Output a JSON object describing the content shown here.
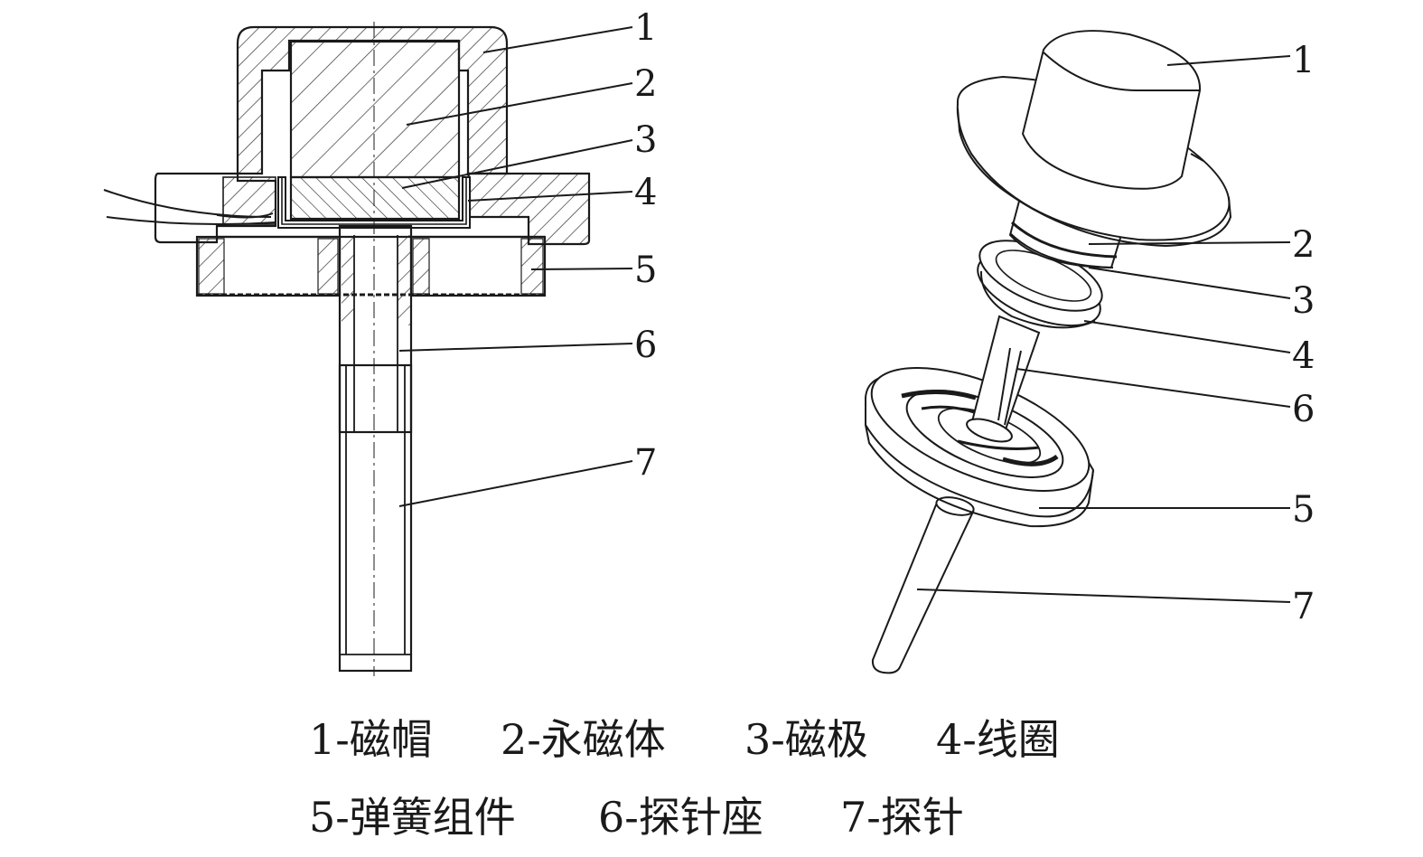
{
  "section_view": {
    "callouts": [
      "1",
      "2",
      "3",
      "4",
      "5",
      "6",
      "7"
    ]
  },
  "exploded_view": {
    "callouts": [
      "1",
      "2",
      "3",
      "4",
      "6",
      "5",
      "7"
    ]
  },
  "legend": {
    "row1": [
      "1-磁帽",
      "2-永磁体",
      "3-磁极",
      "4-线圈"
    ],
    "row2": [
      "5-弹簧组件",
      "6-探针座",
      "7-探针"
    ]
  }
}
